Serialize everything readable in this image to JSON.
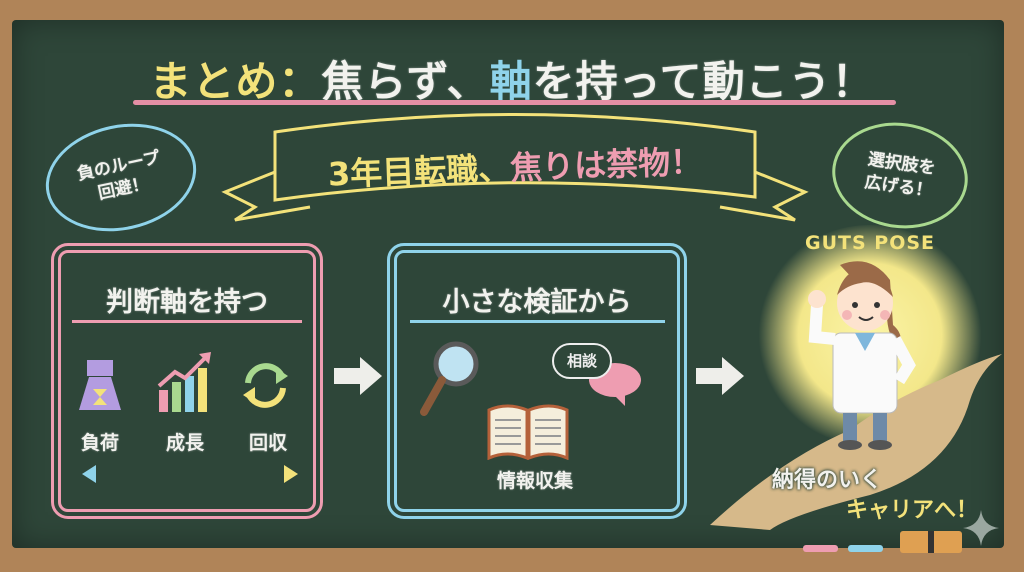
{
  "title": {
    "part1": "まとめ：",
    "part2": "焦らず、",
    "part3": "軸",
    "part4": "を持って動こう！"
  },
  "banner": {
    "part1": "3年目転職、",
    "part2": "焦りは禁物！"
  },
  "bubble_left": {
    "line1": "負のループ",
    "line2": "回避！"
  },
  "bubble_right": {
    "line1": "選択肢を",
    "line2": "広げる！"
  },
  "box1": {
    "title": "判断軸を持つ",
    "items": [
      {
        "label": "負荷",
        "icon": "weight-icon"
      },
      {
        "label": "成長",
        "icon": "growth-chart-icon"
      },
      {
        "label": "回収",
        "icon": "cycle-icon"
      }
    ]
  },
  "box2": {
    "title": "小さな検証から",
    "consult": "相談",
    "info": "情報収集"
  },
  "goal": {
    "pose": "GUTS POSE",
    "line1": "納得のいく",
    "line2": "キャリアへ！"
  },
  "colors": {
    "board": "#2e4639",
    "frame": "#b08458",
    "yellow": "#f3e27a",
    "blue": "#8fd3ea",
    "pink": "#ee9db1",
    "green": "#a9d98f"
  }
}
